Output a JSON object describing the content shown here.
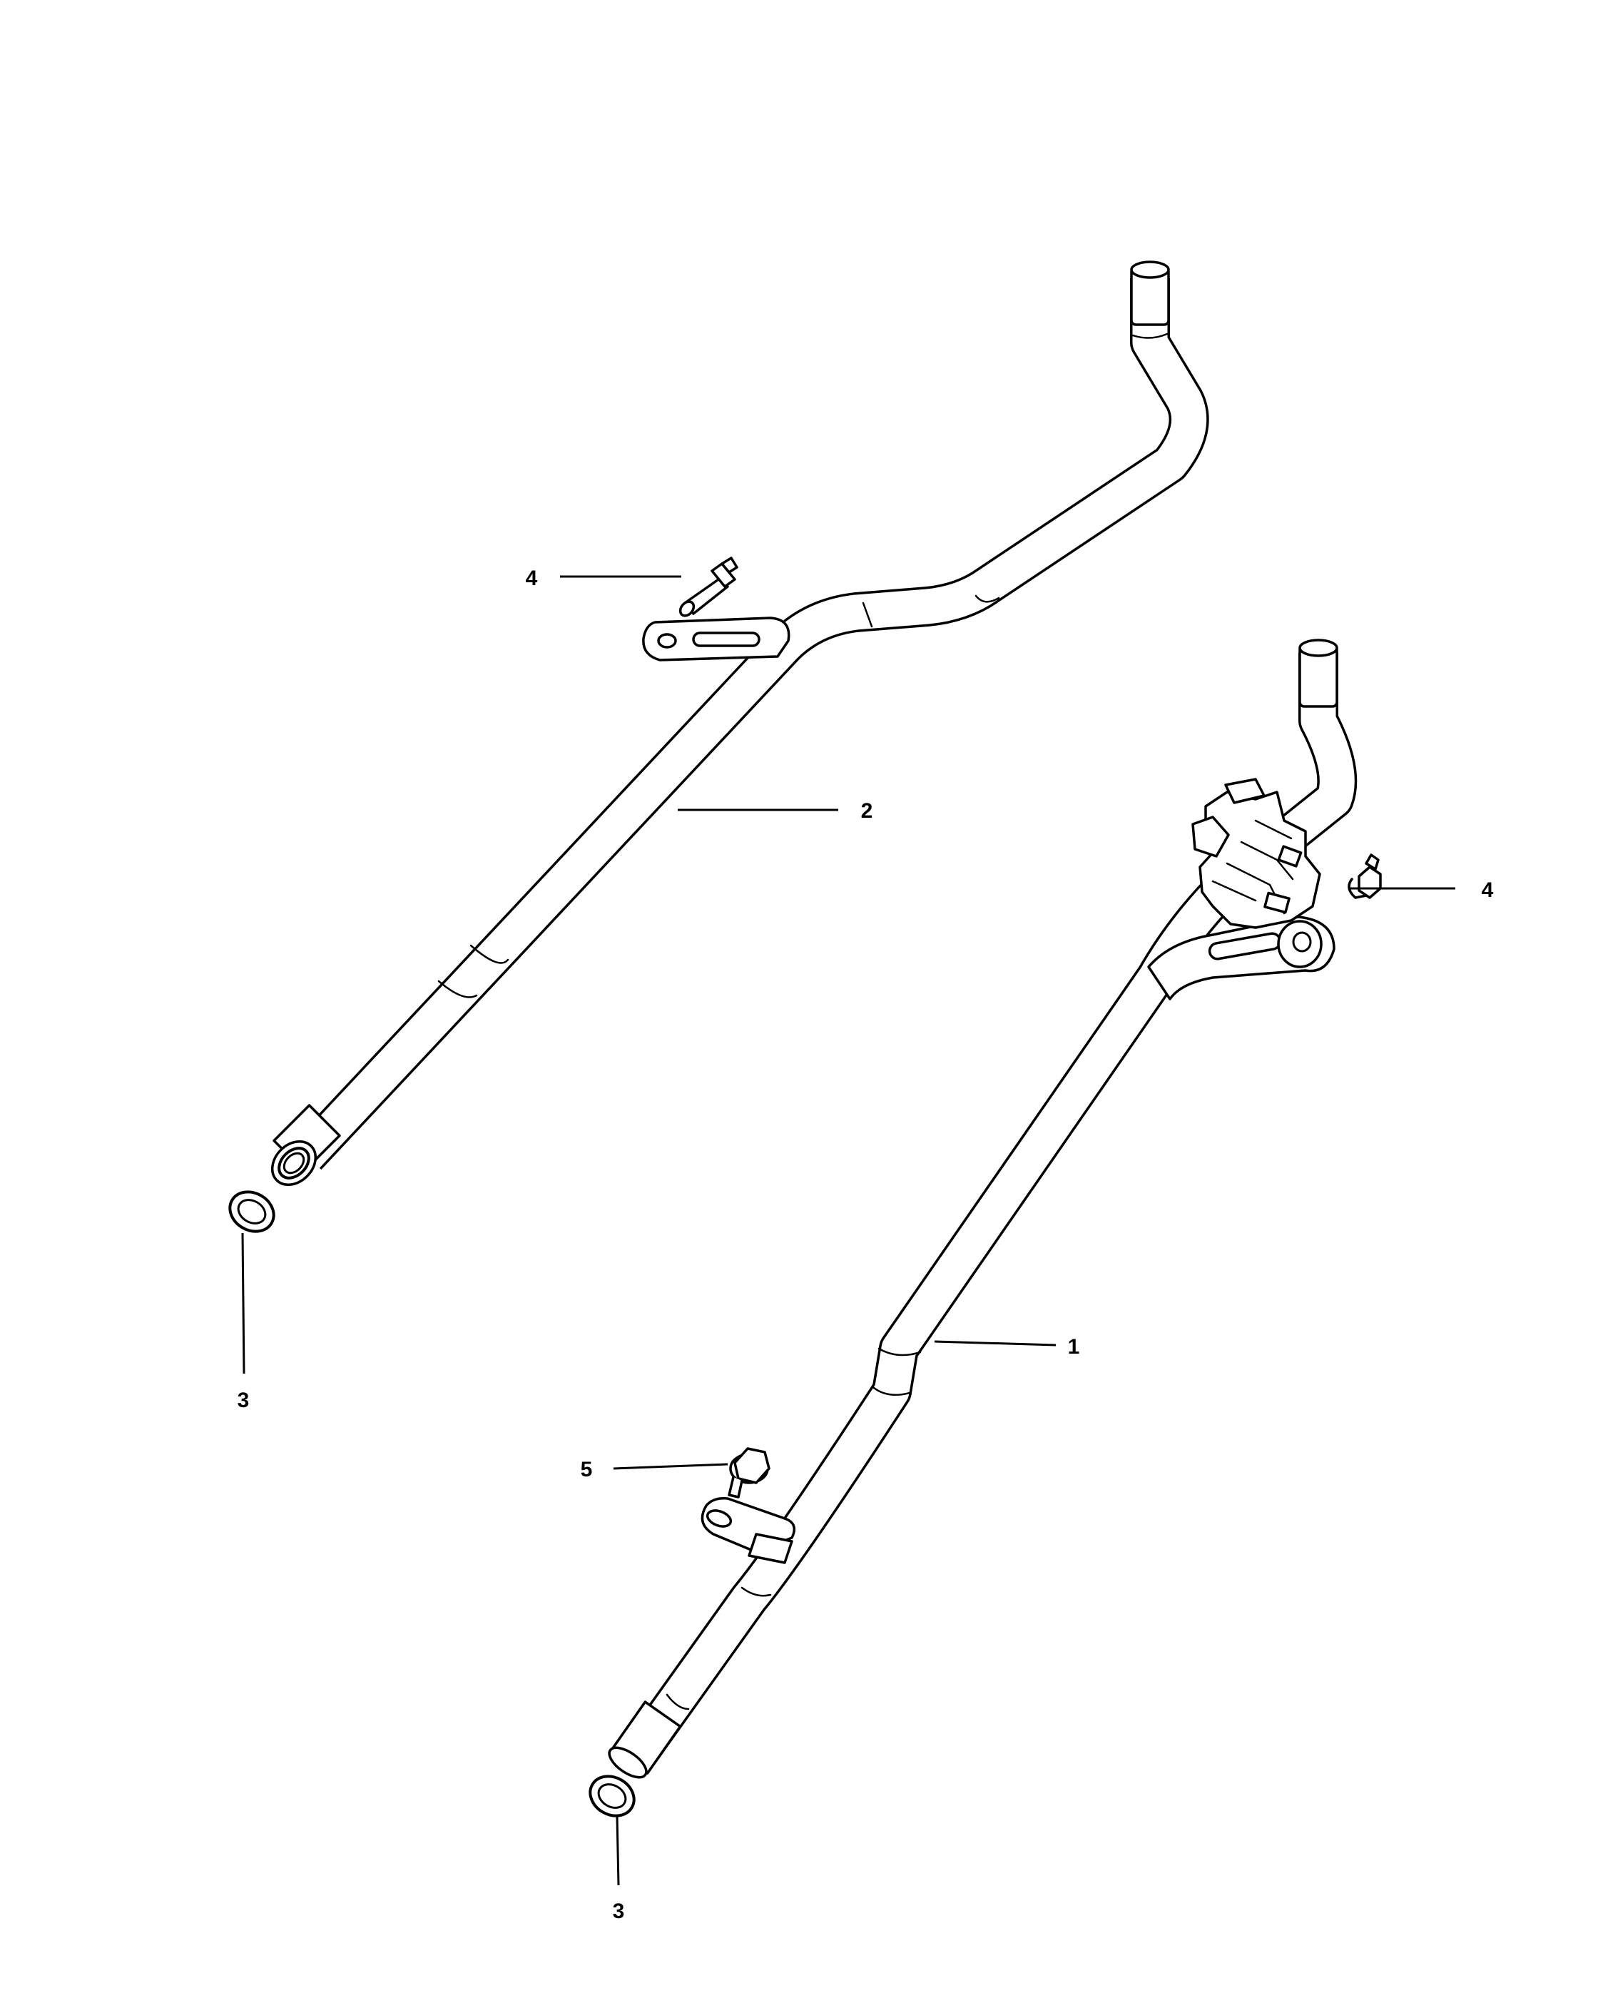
{
  "diagram": {
    "callouts": [
      {
        "id": "c1",
        "label": "1"
      },
      {
        "id": "c2",
        "label": "2"
      },
      {
        "id": "c3a",
        "label": "3"
      },
      {
        "id": "c3b",
        "label": "3"
      },
      {
        "id": "c4a",
        "label": "4"
      },
      {
        "id": "c4b",
        "label": "4"
      },
      {
        "id": "c5",
        "label": "5"
      }
    ]
  }
}
